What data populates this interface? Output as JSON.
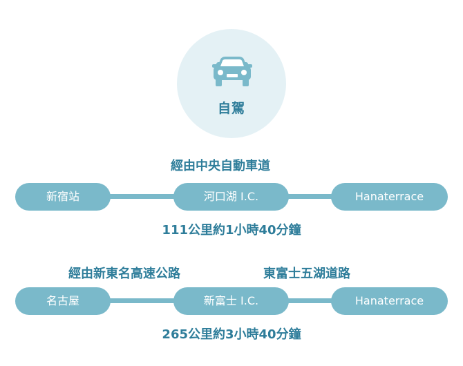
{
  "mode": {
    "label": "自駕",
    "icon": "car-icon"
  },
  "routes": [
    {
      "via": [
        "經由中央自動車道"
      ],
      "stops": [
        "新宿站",
        "河口湖 I.C.",
        "Hanaterrace"
      ],
      "distance": "111公里約1小時40分鐘"
    },
    {
      "via": [
        "經由新東名高速公路",
        "東富士五湖道路"
      ],
      "stops": [
        "名古屋",
        "新富士 I.C.",
        "Hanaterrace"
      ],
      "distance": "265公里約3小時40分鐘"
    }
  ],
  "colors": {
    "accent": "#2e7d9a",
    "pill": "#7ab9ca",
    "badge_bg": "#e4f1f5"
  }
}
